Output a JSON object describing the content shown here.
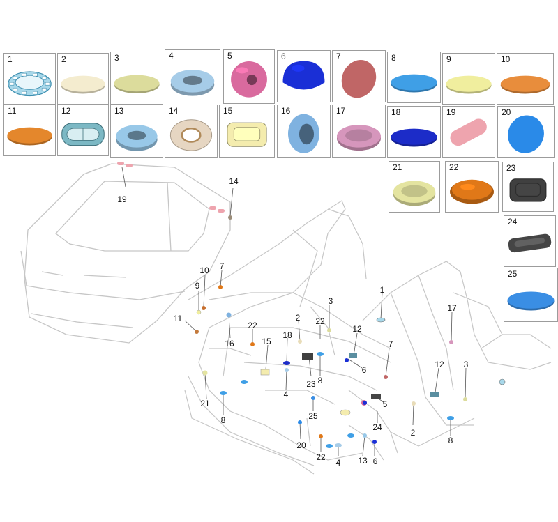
{
  "parts": [
    {
      "num": "1",
      "shape": "lattice-ring",
      "color": "#a8d8ea"
    },
    {
      "num": "2",
      "shape": "flat-disc",
      "color": "#f4eccf"
    },
    {
      "num": "3",
      "shape": "flat-disc",
      "color": "#dcdc9c"
    },
    {
      "num": "4",
      "shape": "grommet-ring",
      "color": "#a6cce8"
    },
    {
      "num": "5",
      "shape": "donut",
      "color": "#d96a9e"
    },
    {
      "num": "6",
      "shape": "bulb-plug",
      "color": "#1a2fd6"
    },
    {
      "num": "7",
      "shape": "tilted-disc",
      "color": "#c06666"
    },
    {
      "num": "8",
      "shape": "flat-disc",
      "color": "#3f9fe6"
    },
    {
      "num": "9",
      "shape": "flat-disc",
      "color": "#f0ee9e"
    },
    {
      "num": "10",
      "shape": "flat-disc",
      "color": "#e88d3c"
    },
    {
      "num": "11",
      "shape": "flat-disc",
      "color": "#e4872c"
    },
    {
      "num": "12",
      "shape": "oval-frame",
      "color": "#7cb8c4"
    },
    {
      "num": "13",
      "shape": "grommet-ring",
      "color": "#98c8e8"
    },
    {
      "num": "14",
      "shape": "flange-ring",
      "color": "#e6d6c2"
    },
    {
      "num": "15",
      "shape": "square-frame",
      "color": "#f4ecae"
    },
    {
      "num": "16",
      "shape": "side-ring",
      "color": "#7fb2e0"
    },
    {
      "num": "17",
      "shape": "cup-ring",
      "color": "#d696bc"
    },
    {
      "num": "18",
      "shape": "flat-disc",
      "color": "#1c2cc8"
    },
    {
      "num": "19",
      "shape": "pill",
      "color": "#eea4ae"
    },
    {
      "num": "20",
      "shape": "tilted-disc",
      "color": "#2a8ae8"
    },
    {
      "num": "21",
      "shape": "cup-ring",
      "color": "#e4e4a0"
    },
    {
      "num": "22",
      "shape": "dome-disc",
      "color": "#e07818"
    },
    {
      "num": "23",
      "shape": "square-frame",
      "color": "#404040"
    },
    {
      "num": "24",
      "shape": "rect-plate",
      "color": "#454545"
    },
    {
      "num": "25",
      "shape": "flat-disc",
      "color": "#3a8ee4"
    }
  ],
  "callouts": [
    "19",
    "14",
    "10",
    "7",
    "9",
    "11",
    "16",
    "22",
    "15",
    "18",
    "2",
    "22",
    "3",
    "12",
    "1",
    "17",
    "23",
    "8",
    "6",
    "4",
    "21",
    "8",
    "7",
    "12",
    "3",
    "25",
    "5",
    "24",
    "2",
    "8",
    "20",
    "22",
    "4",
    "13",
    "6"
  ],
  "colors": {
    "body_line": "#c8c8c8",
    "leader": "#555555",
    "tile_border": "#9c9c9c"
  }
}
